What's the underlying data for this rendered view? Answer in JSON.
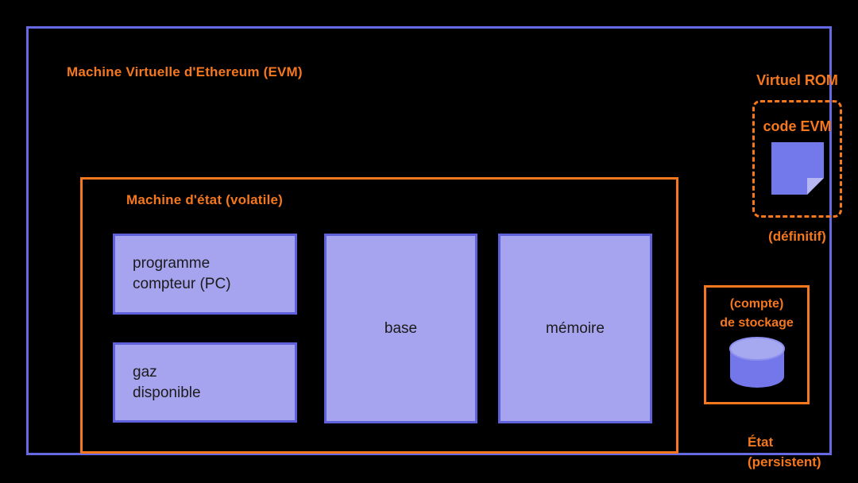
{
  "colors": {
    "background": "#000000",
    "evm_border": "#6569e2",
    "accent_orange": "#f5771e",
    "box_fill": "#a6a4ee",
    "box_border": "#5e61d9",
    "note_fill": "#7378eb",
    "note_fold": "#b7b7f4",
    "cylinder_body": "#7377e9",
    "cylinder_top": "#a7a9f0",
    "box_text": "#1b1b1b"
  },
  "evm": {
    "title": "Machine Virtuelle d'Ethereum (EVM)"
  },
  "state_machine": {
    "label": "Machine d'état (volatile)",
    "program_counter": {
      "line1": "programme",
      "line2": "compteur (PC)"
    },
    "gas": {
      "line1": "gaz",
      "line2": "disponible"
    },
    "stack": {
      "label": "base"
    },
    "memory": {
      "label": "mémoire"
    }
  },
  "virtual_rom": {
    "title": "Virtuel ROM",
    "code_label": "code EVM",
    "caption": "(définitif)"
  },
  "storage": {
    "line1": "(compte)",
    "line2": "de stockage"
  },
  "state": {
    "line1": "État",
    "line2": "(persistent)"
  }
}
